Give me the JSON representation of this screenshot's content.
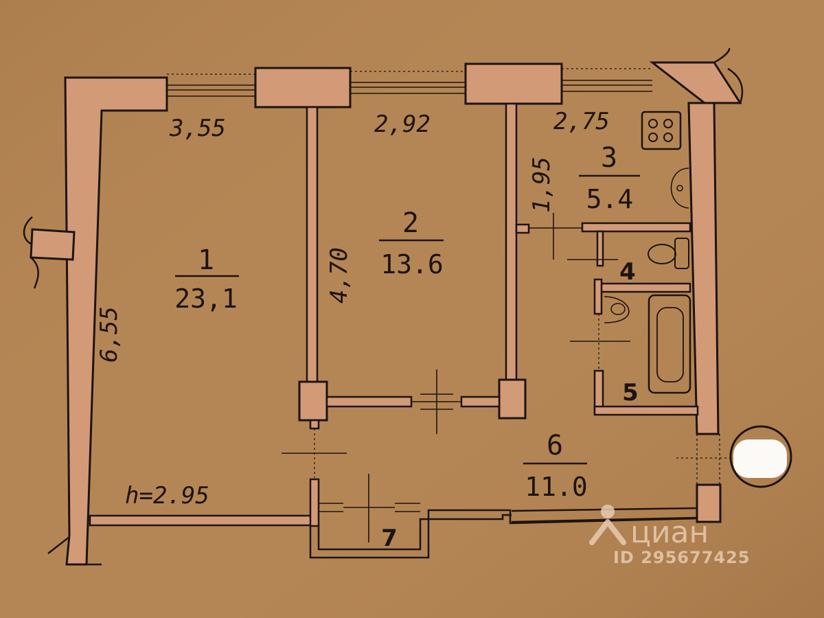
{
  "rooms": [
    {
      "number": "1",
      "area": "23,1"
    },
    {
      "number": "2",
      "area": "13.6"
    },
    {
      "number": "3",
      "area": "5.4"
    },
    {
      "number": "4"
    },
    {
      "number": "5"
    },
    {
      "number": "6",
      "area": "11.0"
    },
    {
      "number": "7"
    }
  ],
  "dimensions": {
    "top_room1": "3,55",
    "top_room2": "2,92",
    "top_room3": "2,75",
    "room1_depth": "6,55",
    "room2_depth": "4,70",
    "room3_depth": "1,95"
  },
  "ceiling_height": "h=2.95",
  "watermark": {
    "brand": "циан",
    "listing_id": "ID 295677425"
  }
}
